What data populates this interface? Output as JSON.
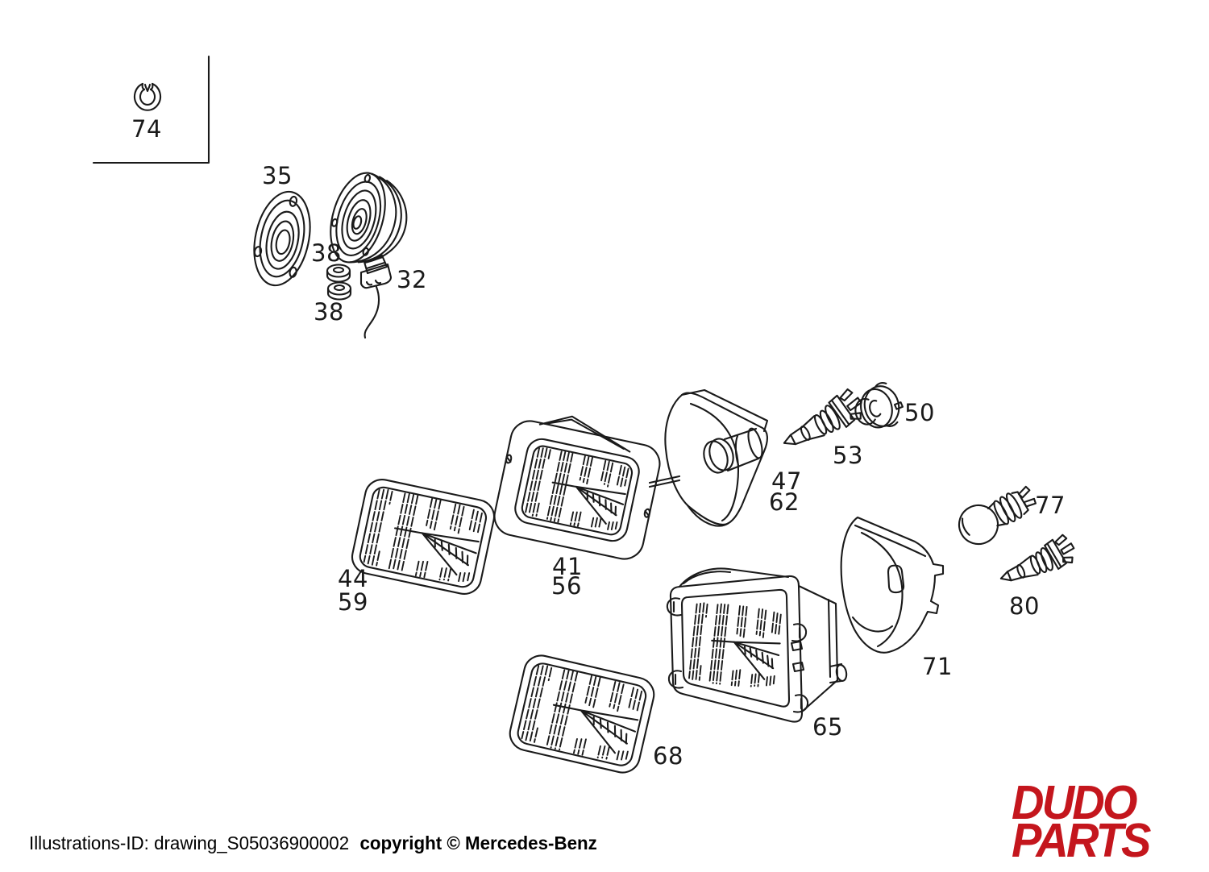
{
  "canvas": {
    "background": "#ffffff",
    "line_color": "#1a1a1a"
  },
  "diagram": {
    "description_of_parts": "exploded headlamp parts drawing",
    "callouts": [
      "74",
      "35",
      "38",
      "38",
      "32",
      "44",
      "59",
      "41",
      "56",
      "47",
      "62",
      "53",
      "50",
      "77",
      "80",
      "71",
      "65",
      "68"
    ]
  },
  "footer": {
    "illustrations_id": "Illustrations-ID: drawing_S05036900002",
    "copyright": "copyright © Mercedes-Benz"
  },
  "logo": {
    "line1": "DUDO",
    "line2": "PARTS",
    "color": "#c4161d"
  }
}
